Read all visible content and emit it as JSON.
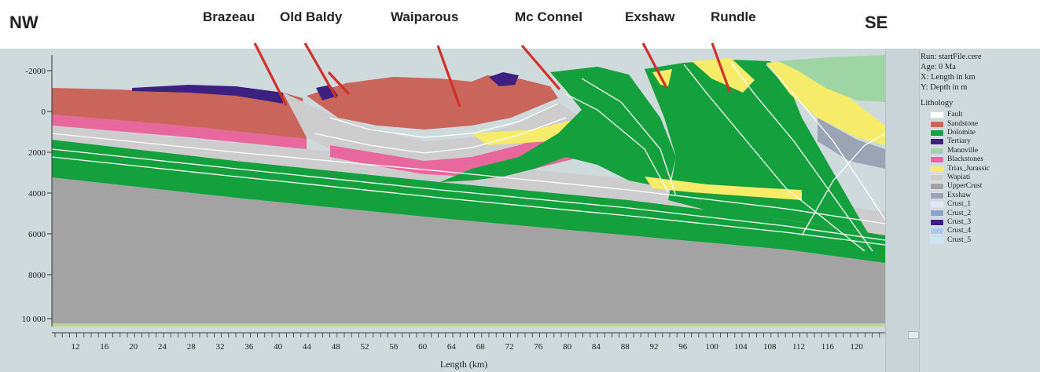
{
  "direction": {
    "left": "NW",
    "right": "SE"
  },
  "localities": [
    "Brazeau",
    "Old Baldy",
    "Waiparous",
    "Mc Connel",
    "Exshaw",
    "Rundle"
  ],
  "info": {
    "run": "Run: startFile.cere",
    "age": "Age: 0 Ma",
    "x_axis": "X: Length in km",
    "y_axis": "Y: Depth in m"
  },
  "legend": {
    "title": "Lithology",
    "items": [
      {
        "name": "Fault",
        "color": "#ffffff"
      },
      {
        "name": "Sandstone",
        "color": "#c9655a"
      },
      {
        "name": "Dolomite",
        "color": "#14a03c"
      },
      {
        "name": "Tertiary",
        "color": "#3d2080"
      },
      {
        "name": "Mannville",
        "color": "#9fd5a4"
      },
      {
        "name": "Blackstones",
        "color": "#e8689e"
      },
      {
        "name": "Trias_Jurassic",
        "color": "#f6ec6a"
      },
      {
        "name": "Wapiati",
        "color": "#cdcdcd"
      },
      {
        "name": "UpperCrust",
        "color": "#a3a3a3"
      },
      {
        "name": "Exshaw",
        "color": "#9aa4b4"
      },
      {
        "name": "Crust_1",
        "color": "#dfe8f4"
      },
      {
        "name": "Crust_2",
        "color": "#8aa2cc"
      },
      {
        "name": "Crust_3",
        "color": "#3d2080"
      },
      {
        "name": "Crust_4",
        "color": "#a8cced"
      },
      {
        "name": "Crust_5",
        "color": "#cde4f3"
      }
    ]
  },
  "axes": {
    "xlabel": "Length (km)",
    "x_ticks": [
      "12",
      "16",
      "20",
      "24",
      "28",
      "32",
      "36",
      "40",
      "44",
      "48",
      "52",
      "56",
      "60",
      "64",
      "68",
      "72",
      "76",
      "80",
      "84",
      "88",
      "92",
      "96",
      "100",
      "104",
      "108",
      "112",
      "116",
      "120"
    ],
    "y_ticks": [
      "-2000",
      "0",
      "2000",
      "4000",
      "6000",
      "8000",
      "10 000"
    ]
  },
  "colors": {
    "panel": "#cfdadd",
    "plot_bg": "#cfdadd",
    "basement": "#a3a3a3",
    "fault_arrow": "#d0302a",
    "axis": "#333333",
    "layer_line": "#ffffff"
  }
}
